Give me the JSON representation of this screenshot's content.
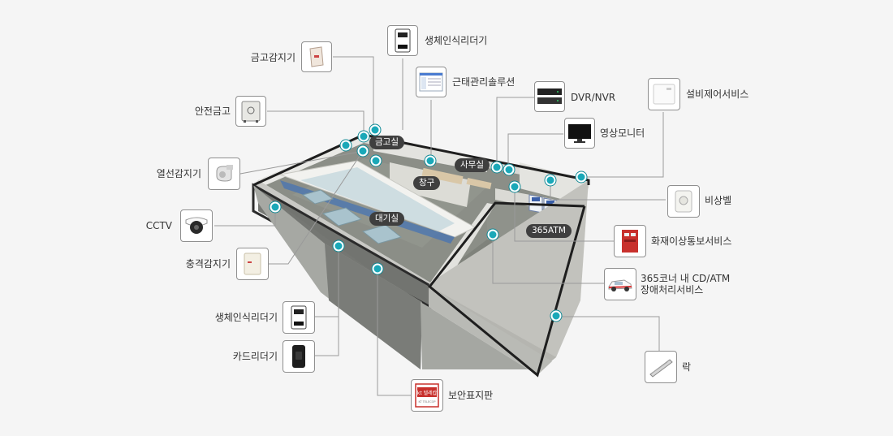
{
  "rooms": {
    "vault": "금고실",
    "office": "사무실",
    "window": "창구",
    "waiting": "대기실",
    "atm": "365ATM"
  },
  "devices": {
    "vault_sensor": "금고감지기",
    "bio_reader_top": "생체인식리더기",
    "attendance": "근태관리솔루션",
    "dvr": "DVR/NVR",
    "facility": "설비제어서비스",
    "safe": "안전금고",
    "monitor": "영상모니터",
    "heat_sensor": "열선감지기",
    "emergency_bell": "비상벨",
    "cctv": "CCTV",
    "fire_notice": "화재이상통보서비스",
    "shock_sensor": "충격감지기",
    "atm_service_1": "365코너 내 CD/ATM",
    "atm_service_2": "장애처리서비스",
    "bio_reader_bottom": "생체인식리더기",
    "card_reader": "카드리더기",
    "security_sign": "보안표지판",
    "lock": "락"
  },
  "sign_text": {
    "brand": "kt 텔레캅",
    "sub": "KT TELECOP"
  },
  "colors": {
    "dot": "#1aa8b8",
    "tag": "#3f3f3f",
    "line": "#9a9a9a",
    "floor": "#8a8d86"
  }
}
